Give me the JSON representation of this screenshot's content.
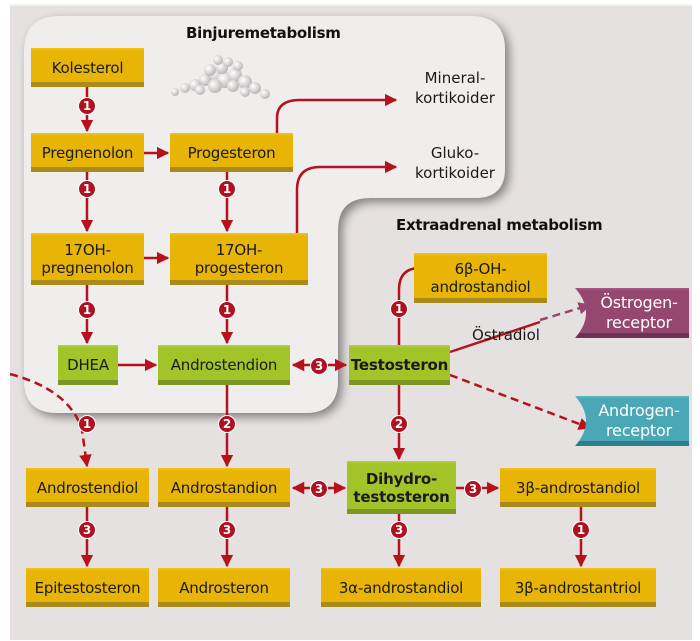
{
  "titles": {
    "adrenal": "Binjuremetabolism",
    "extra": "Extraadrenal metabolism"
  },
  "colors": {
    "arrow": "#b5121b",
    "substance_box": "#e8b507",
    "androgen_box": "#a3c428",
    "estrogen_receptor": "#96476f",
    "androgen_receptor": "#4aa8b6",
    "dashed_estrogen": "#96476f"
  },
  "nodes": {
    "kolesterol": "Kolesterol",
    "pregnenolon": "Pregnenolon",
    "progesteron": "Progesteron",
    "oh17_pregnenolon": "17OH-\npregnenolon",
    "oh17_progesteron": "17OH-\nprogesteron",
    "dhea": "DHEA",
    "androstendion": "Androstendion",
    "testosteron": "Testosteron",
    "oh6b_androstandiol": "6β-OH-\nandrostandiol",
    "ostrogen_receptor": "Östrogen-\nreceptor",
    "androgen_receptor": "Androgen-\nreceptor",
    "androstendiol": "Androstendiol",
    "androstandion": "Androstandion",
    "dihydrotestosteron": "Dihydro-\ntestosteron",
    "b3_androstandiol": "3β-androstandiol",
    "epitestosteron": "Epitestosteron",
    "androsteron": "Androsteron",
    "a3_androstandiol": "3α-androstandiol",
    "b3_androstantriol": "3β-androstantriol"
  },
  "labels": {
    "mineralkortikoider": "Mineral-\nkortikoider",
    "glukokortikoider": "Gluko-\nkortikoider",
    "ostradiol": "Östradiol"
  },
  "badges": [
    {
      "id": "kol-preg",
      "value": "1"
    },
    {
      "id": "preg-17preg",
      "value": "1"
    },
    {
      "id": "prog-17prog",
      "value": "1"
    },
    {
      "id": "17preg-dhea",
      "value": "1"
    },
    {
      "id": "17prog-andro",
      "value": "1"
    },
    {
      "id": "andro-testo",
      "value": "3"
    },
    {
      "id": "testo-6b",
      "value": "1"
    },
    {
      "id": "dashed-androstendiol",
      "value": "1"
    },
    {
      "id": "andro-androstandion",
      "value": "2"
    },
    {
      "id": "testo-dht",
      "value": "2"
    },
    {
      "id": "androstandion-dht",
      "value": "3"
    },
    {
      "id": "dht-3b",
      "value": "3"
    },
    {
      "id": "androstendiol-epi",
      "value": "3"
    },
    {
      "id": "androstandion-androsteron",
      "value": "3"
    },
    {
      "id": "dht-3a",
      "value": "3"
    },
    {
      "id": "3b-3btriol",
      "value": "1"
    }
  ]
}
